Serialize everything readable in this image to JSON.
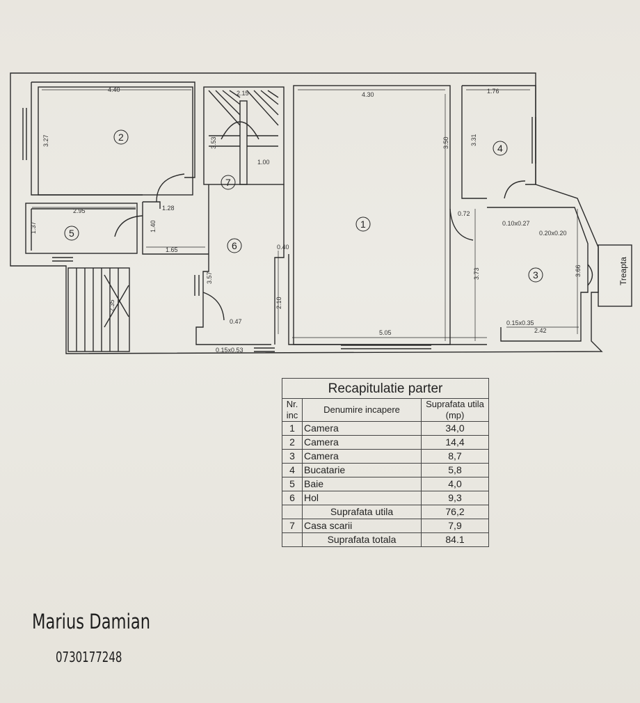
{
  "plan": {
    "room_numbers": [
      "1",
      "2",
      "3",
      "4",
      "5",
      "6",
      "7"
    ],
    "dimensions": {
      "r2_width": "4.40",
      "r2_height": "3.27",
      "stair_width": "2.15",
      "stair_height": "3.53",
      "stair_inner": "1.00",
      "r1_width": "4.30",
      "r1_height": "3.50",
      "r4_width": "1.76",
      "r4_height": "3.31",
      "r5_width": "2.95",
      "r5_height": "1.37",
      "d128": "1.28",
      "d140": "1.40",
      "d165": "1.65",
      "d072": "0.72",
      "d010x027": "0.10x0.27",
      "d020x020": "0.20x0.20",
      "d040": "0.40",
      "d357": "3.57",
      "d373": "3.73",
      "d366": "3.66",
      "d235": "2.35",
      "d210": "2.10",
      "d047": "0.47",
      "d015x053": "0.15x0.53",
      "d505": "5.05",
      "d015x035": "0.15x0.35",
      "d242": "2.42"
    },
    "step_label": "Treapta"
  },
  "summary": {
    "title": "Recapitulatie parter",
    "headers": {
      "nr": "Nr. inc",
      "name": "Denumire incapere",
      "area": "Suprafata utila (mp)"
    },
    "rows": [
      {
        "nr": "1",
        "name": "Camera",
        "area": "34,0"
      },
      {
        "nr": "2",
        "name": "Camera",
        "area": "14,4"
      },
      {
        "nr": "3",
        "name": "Camera",
        "area": "8,7"
      },
      {
        "nr": "4",
        "name": "Bucatarie",
        "area": "5,8"
      },
      {
        "nr": "5",
        "name": "Baie",
        "area": "4,0"
      },
      {
        "nr": "6",
        "name": "Hol",
        "area": "9,3"
      }
    ],
    "useful_label": "Suprafata utila",
    "useful_value": "76,2",
    "stair_row": {
      "nr": "7",
      "name": "Casa scarii",
      "area": "7,9"
    },
    "total_label": "Suprafata totala",
    "total_value": "84.1"
  },
  "signature": {
    "name": "Marius Damian",
    "phone": "0730177248"
  }
}
